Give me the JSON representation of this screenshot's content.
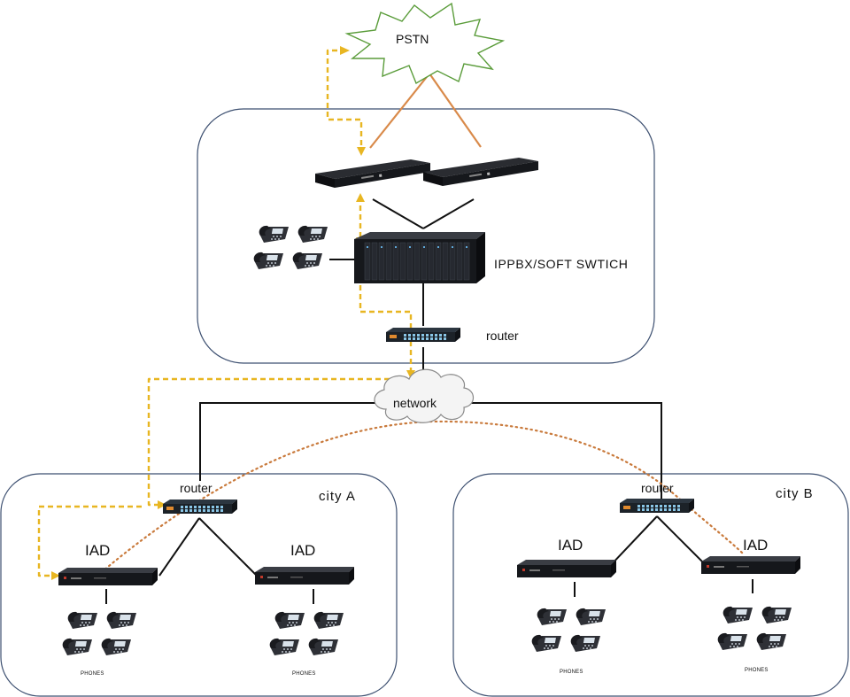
{
  "labels": {
    "pstn": "PSTN",
    "ippbx": "IPPBX/SOFT SWTICH",
    "router_top": "router",
    "network": "network",
    "router_a": "router",
    "router_b": "router",
    "city_a": "city  A",
    "city_b": "city  B",
    "iad": [
      "IAD",
      "IAD",
      "IAD",
      "IAD"
    ],
    "phones": [
      "PHONES",
      "PHONES",
      "PHONES",
      "PHONES"
    ]
  },
  "colors": {
    "region_border": "#3c4f70",
    "link": "#111111",
    "pstn_trunk": "#d98a4a",
    "call_path_dashed": "#e8b622",
    "call_path_dotted": "#c97a3c",
    "device_body": "#1b1d22",
    "cloud_fill": "#f4f4f4",
    "pstn_burst_stroke": "#5a9c3a"
  }
}
